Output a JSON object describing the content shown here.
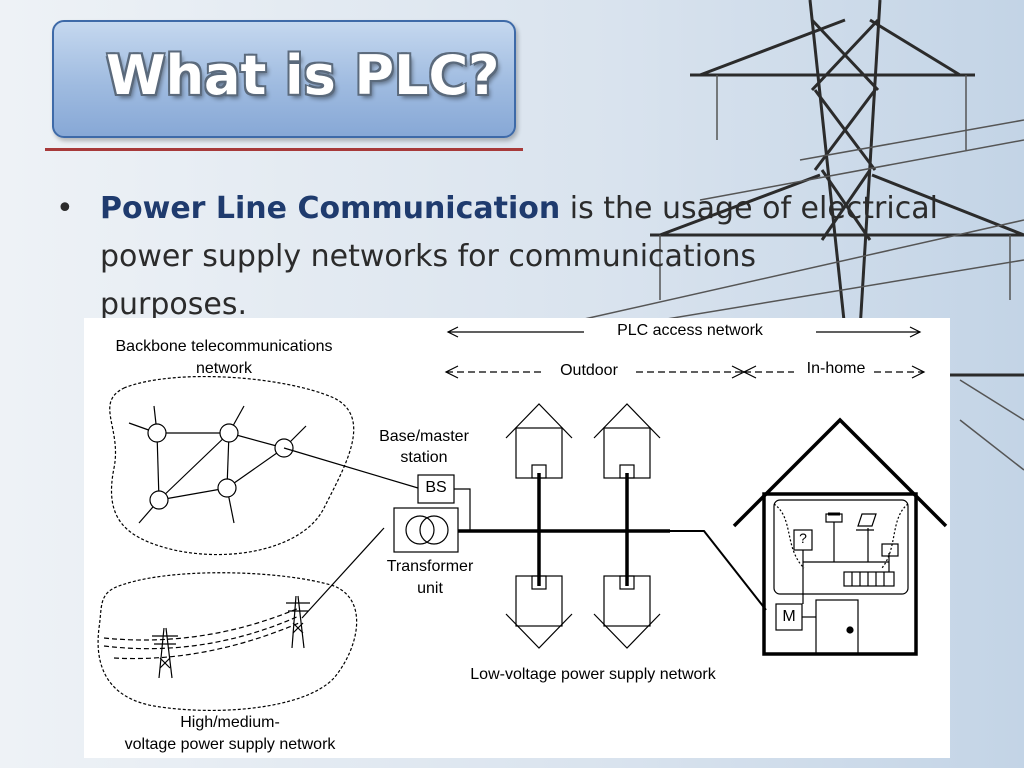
{
  "slide": {
    "title": "What is PLC?",
    "bullet": {
      "bold_part": "Power Line Communication",
      "rest_line1": " is the usage of electrical",
      "line2": "power supply networks for communications",
      "line3": "purposes."
    }
  },
  "diagram": {
    "plc_access_network": "PLC access network",
    "outdoor": "Outdoor",
    "in_home": "In-home",
    "backbone_line1": "Backbone telecommunications",
    "backbone_line2": "network",
    "base_station_line1": "Base/master",
    "base_station_line2": "station",
    "bs_box": "BS",
    "transformer_line1": "Transformer",
    "transformer_line2": "unit",
    "hv_line1": "High/medium-",
    "hv_line2": "voltage power supply network",
    "low_voltage": "Low-voltage power supply network",
    "meter_box": "M",
    "question_box": "?"
  },
  "colors": {
    "title_fill": "#9fbbe0",
    "title_border": "#3e6aa8",
    "rule": "#a73a3a",
    "bold_text": "#1f3b6e"
  }
}
